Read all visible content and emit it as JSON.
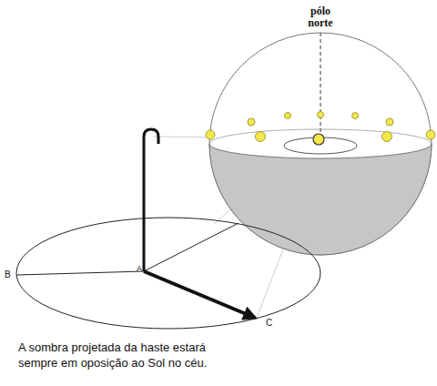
{
  "diagram": {
    "caption": "A sombra projetada da haste estará sempre em oposição ao Sol no céu.",
    "labels": [
      "pólo norte",
      "A",
      "B",
      "C"
    ]
  }
}
